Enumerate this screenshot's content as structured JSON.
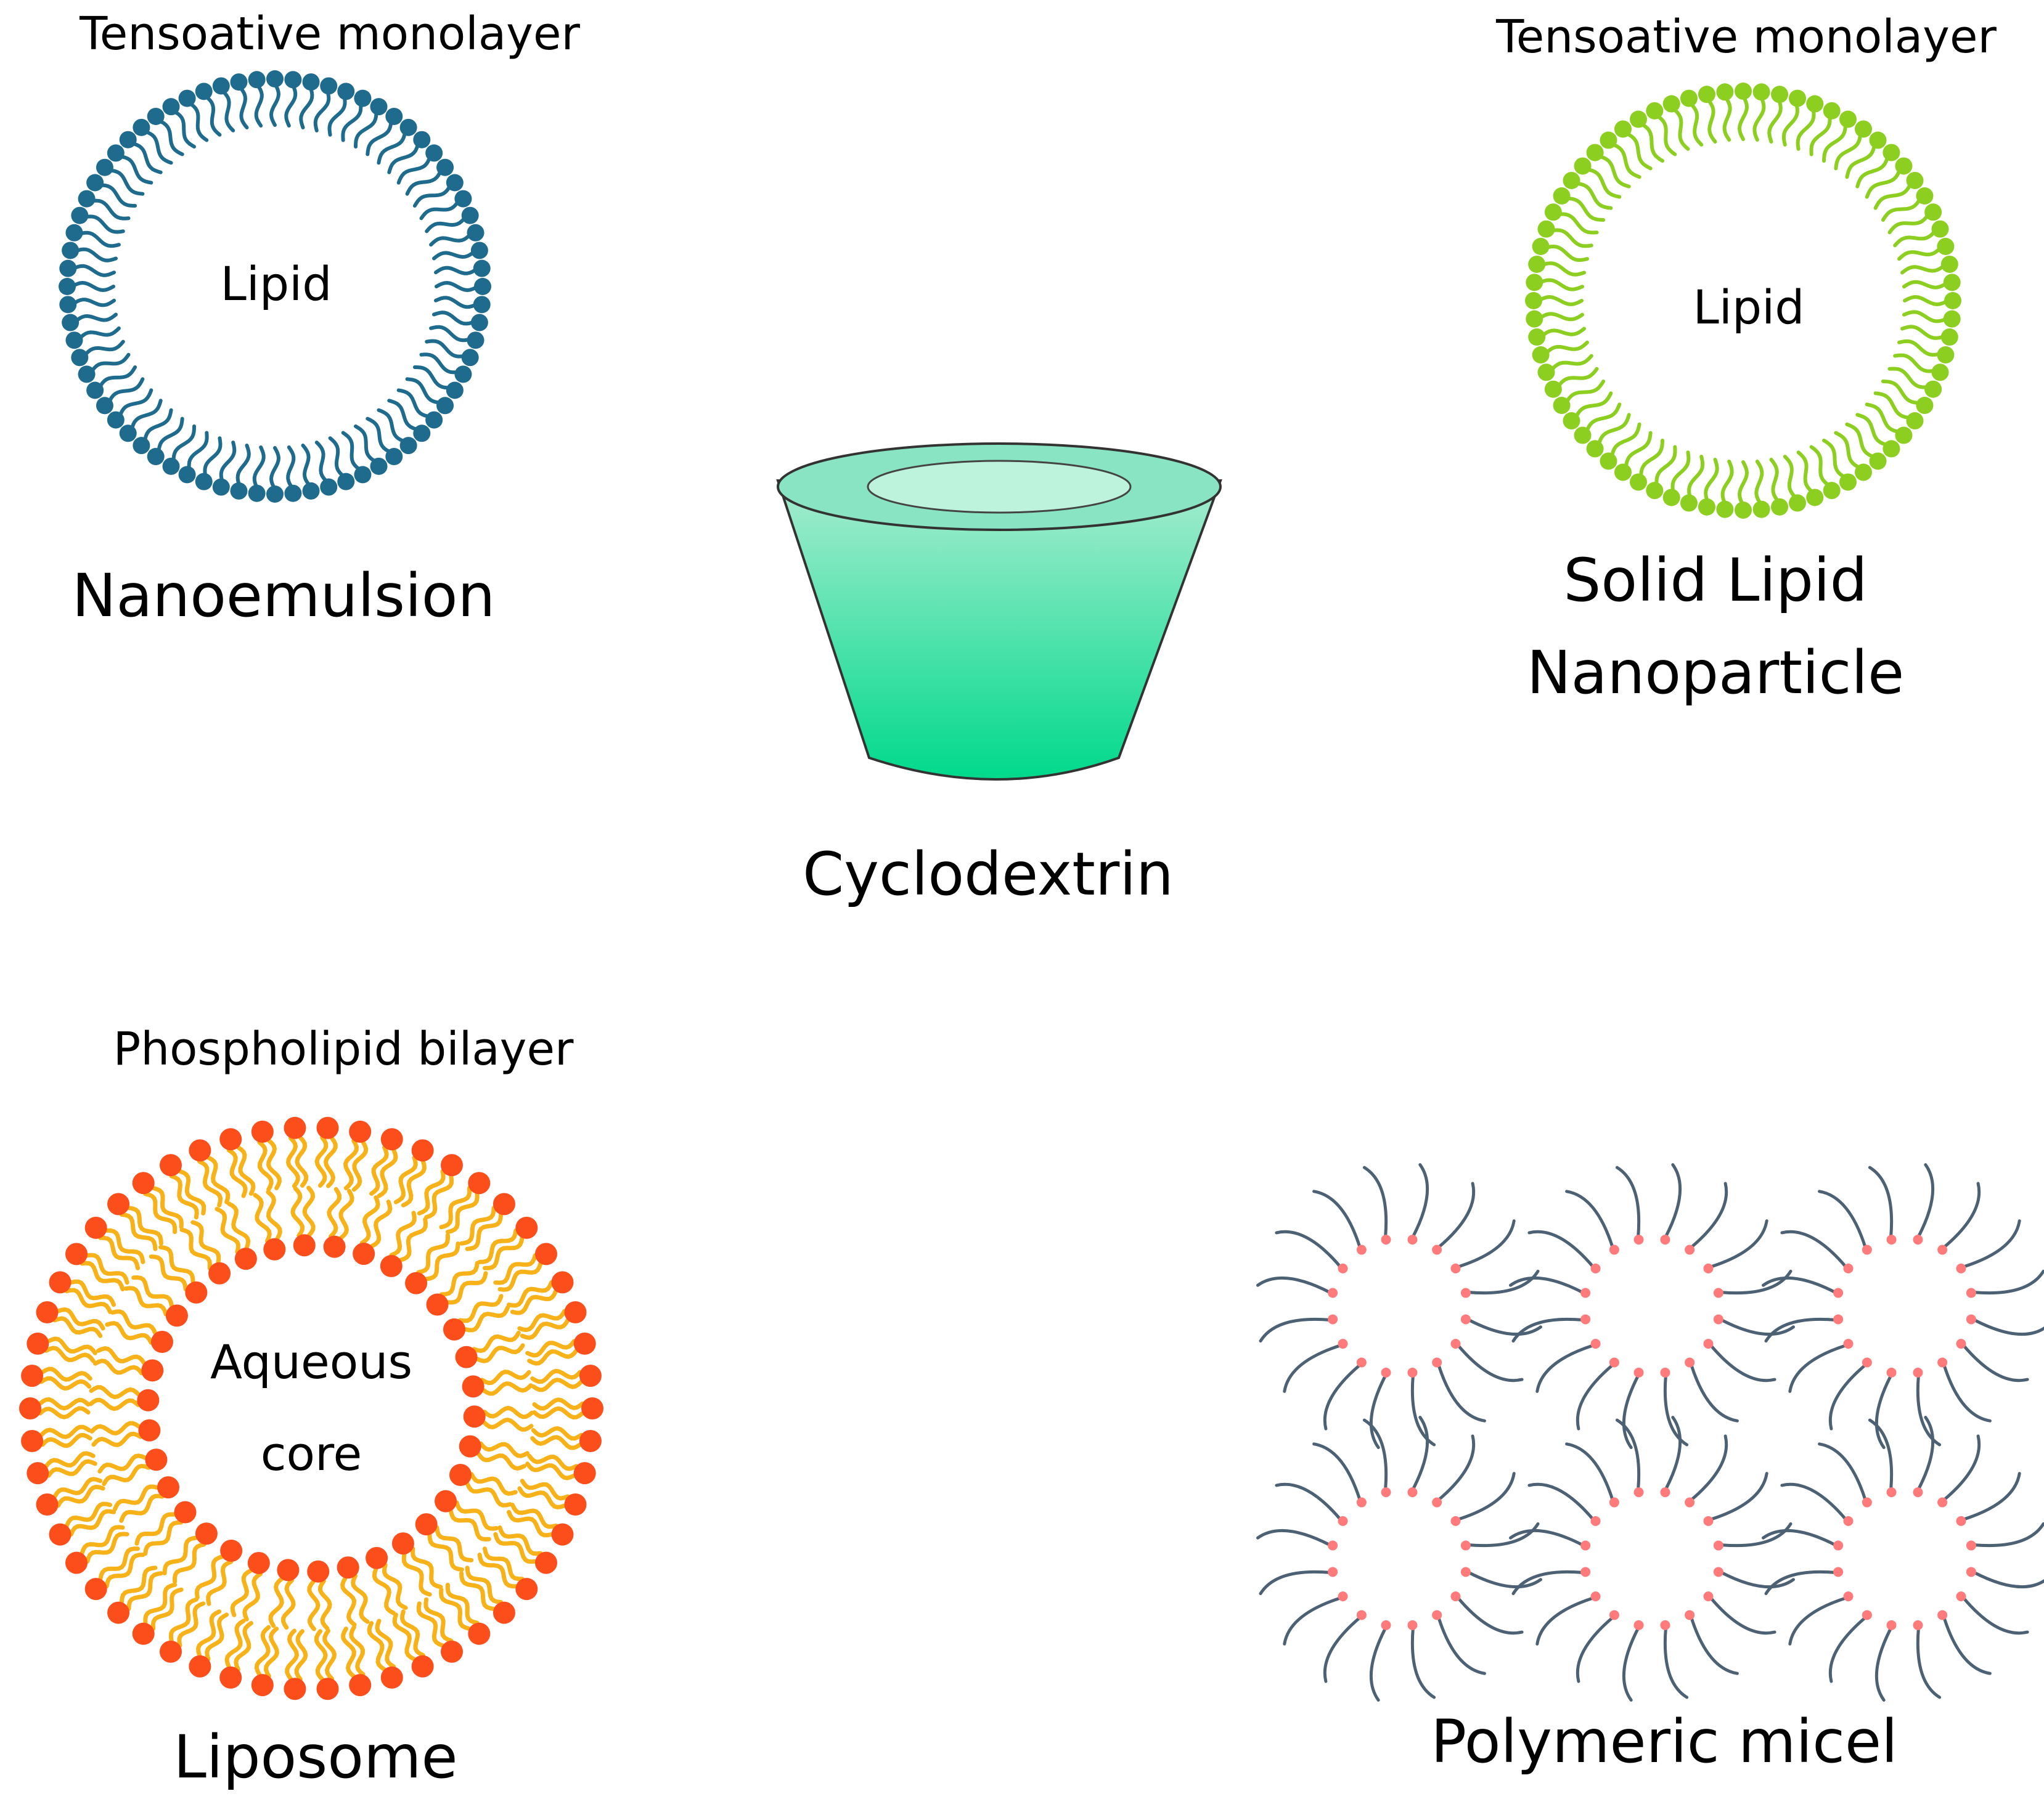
{
  "nanoemulsion": {
    "top_label": "Tensoative monolayer",
    "core_label": "Lipid",
    "name": "Nanoemulsion",
    "color": "#1f6b8e"
  },
  "cyclodextrin": {
    "name": "Cyclodextrin",
    "color_top": "#a8ecd0",
    "color_bottom": "#00d98c"
  },
  "solid_lipid": {
    "top_label": "Tensoative monolayer",
    "core_label": "Lipid",
    "name_line1": "Solid Lipid",
    "name_line2": "Nanoparticle",
    "color": "#8ccf20"
  },
  "liposome": {
    "top_label": "Phospholipid bilayer",
    "core_line1": "Aqueous",
    "core_line2": "core",
    "name": "Liposome",
    "head_color": "#fb4e1b",
    "tail_color": "#f7b21a"
  },
  "polymeric_micel": {
    "name": "Polymeric micel",
    "chain_color": "#4d6175",
    "core_color": "#ff7b7b"
  }
}
